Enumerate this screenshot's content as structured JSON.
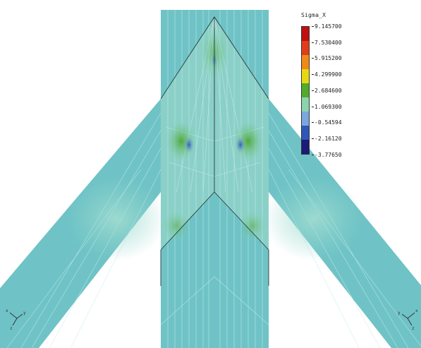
{
  "legend": {
    "title": "Sigma_X",
    "values": [
      "9.145700",
      "7.530400",
      "5.915200",
      "4.299900",
      "2.684600",
      "1.069300",
      "-0.54594",
      "-2.16120",
      "-3.77650"
    ],
    "colors": [
      "#c01010",
      "#e03d1a",
      "#ee8a17",
      "#e6d812",
      "#52ab2c",
      "#8cd3ad",
      "#7aa8dc",
      "#2f57b8",
      "#1a1c78"
    ]
  },
  "model": {
    "base_color": "#6fc3c6",
    "stress_hot_color": "#55a83a",
    "stress_cold_color": "#2c56c6",
    "line_color": "#c9ecec",
    "edge_color": "#233"
  },
  "triads": [
    "left-axis-triad-icon",
    "right-axis-triad-icon"
  ]
}
